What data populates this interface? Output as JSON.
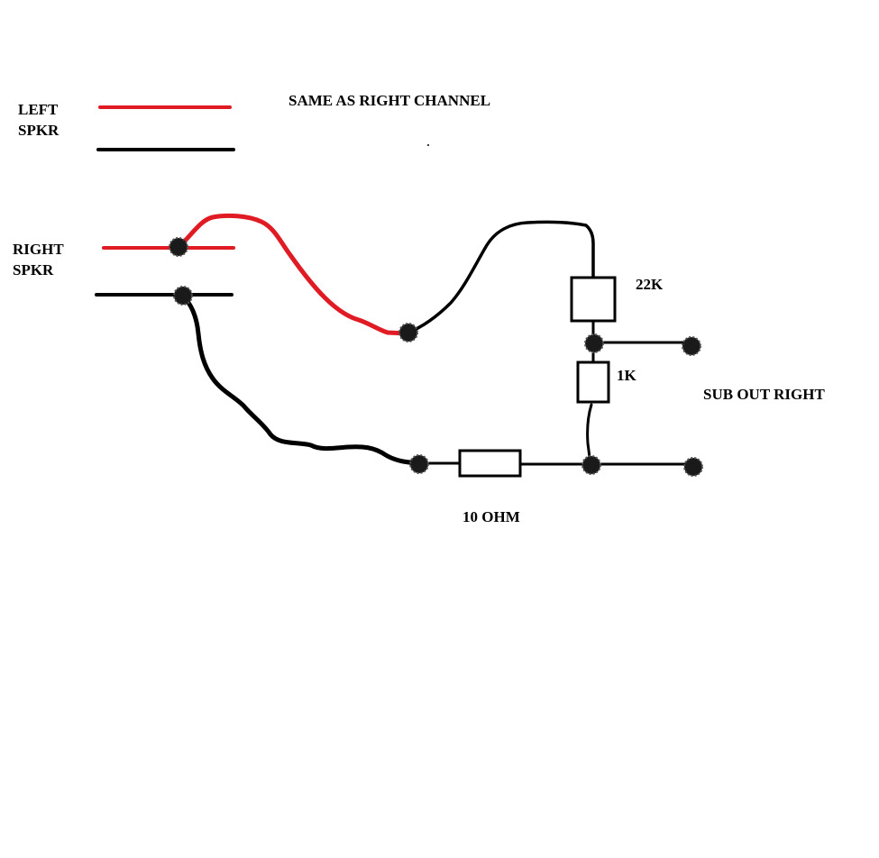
{
  "labels": {
    "left_speaker": [
      "LEFT",
      "SPKR"
    ],
    "right_speaker": [
      "RIGHT",
      "SPKR"
    ],
    "note": "SAME AS RIGHT CHANNEL",
    "r_top": "22K",
    "r_mid": "1K",
    "r_series": "10 OHM",
    "output": "SUB OUT RIGHT"
  },
  "colors": {
    "positive_wire": "#e01b24",
    "negative_wire": "#000000",
    "node": "#1a1a1a"
  }
}
